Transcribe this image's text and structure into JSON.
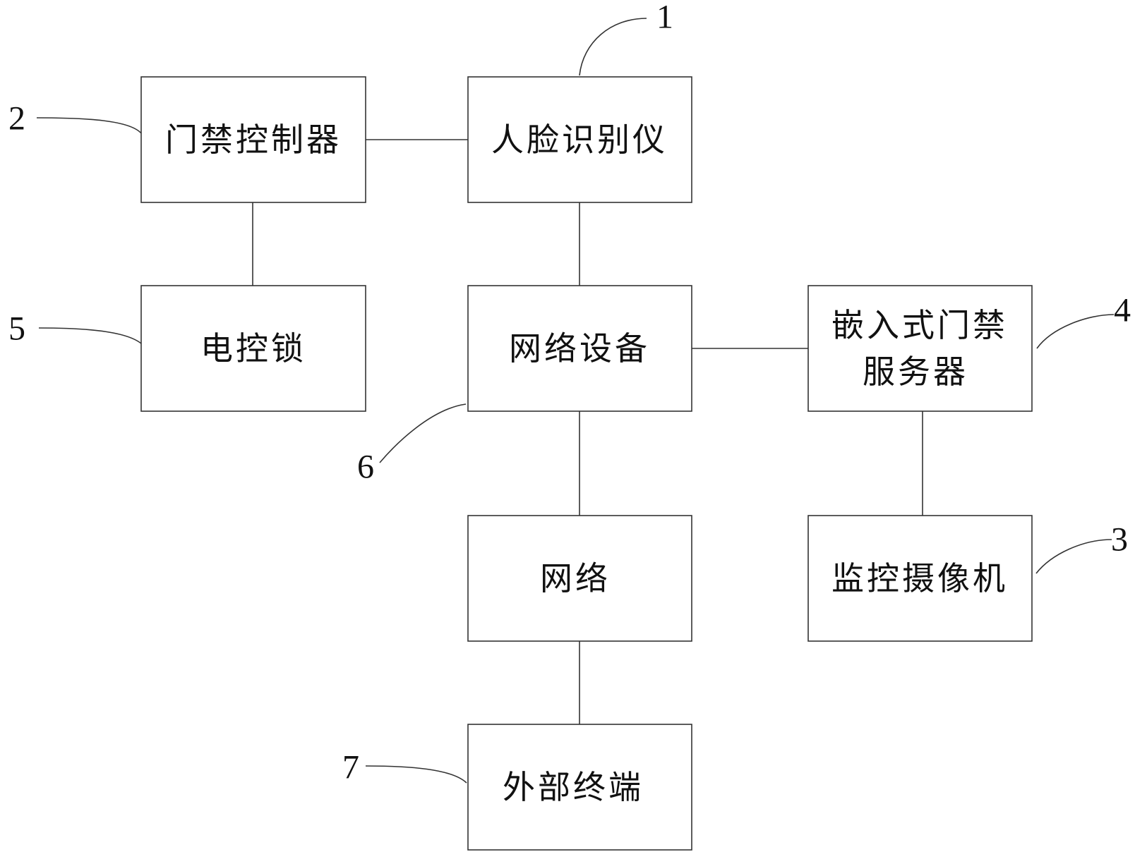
{
  "boxes": {
    "door_controller": "门禁控制器",
    "face_recognizer": "人脸识别仪",
    "electric_lock": "电控锁",
    "network_device": "网络设备",
    "embedded_server_line1": "嵌入式门禁",
    "embedded_server_line2": "服务器",
    "network": "网络",
    "surveillance_camera": "监控摄像机",
    "external_terminal": "外部终端"
  },
  "reference_numerals": {
    "face_recognizer": "1",
    "door_controller": "2",
    "surveillance_camera": "3",
    "embedded_server": "4",
    "electric_lock": "5",
    "network_device": "6",
    "external_terminal": "7"
  },
  "colors": {
    "line": "#333333",
    "text": "#111111",
    "background": "#ffffff"
  }
}
